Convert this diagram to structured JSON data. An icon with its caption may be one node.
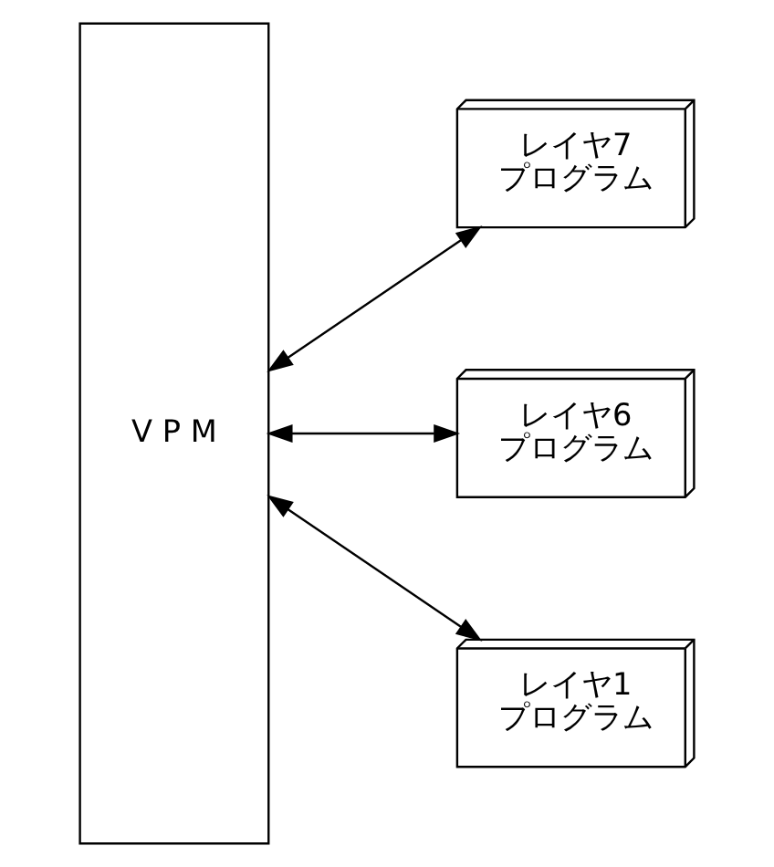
{
  "diagram": {
    "nodes": [
      {
        "text": [
          "V P M"
        ]
      },
      {
        "text": [
          "レイヤ7",
          "プログラム"
        ]
      },
      {
        "text": [
          "レイヤ6",
          "プログラム"
        ]
      },
      {
        "text": [
          "レイヤ1",
          "プログラム"
        ]
      }
    ],
    "edges": [
      {
        "from": 0,
        "to": 1,
        "arrow": "both"
      },
      {
        "from": 0,
        "to": 2,
        "arrow": "both"
      },
      {
        "from": 0,
        "to": 3,
        "arrow": "both"
      }
    ]
  }
}
